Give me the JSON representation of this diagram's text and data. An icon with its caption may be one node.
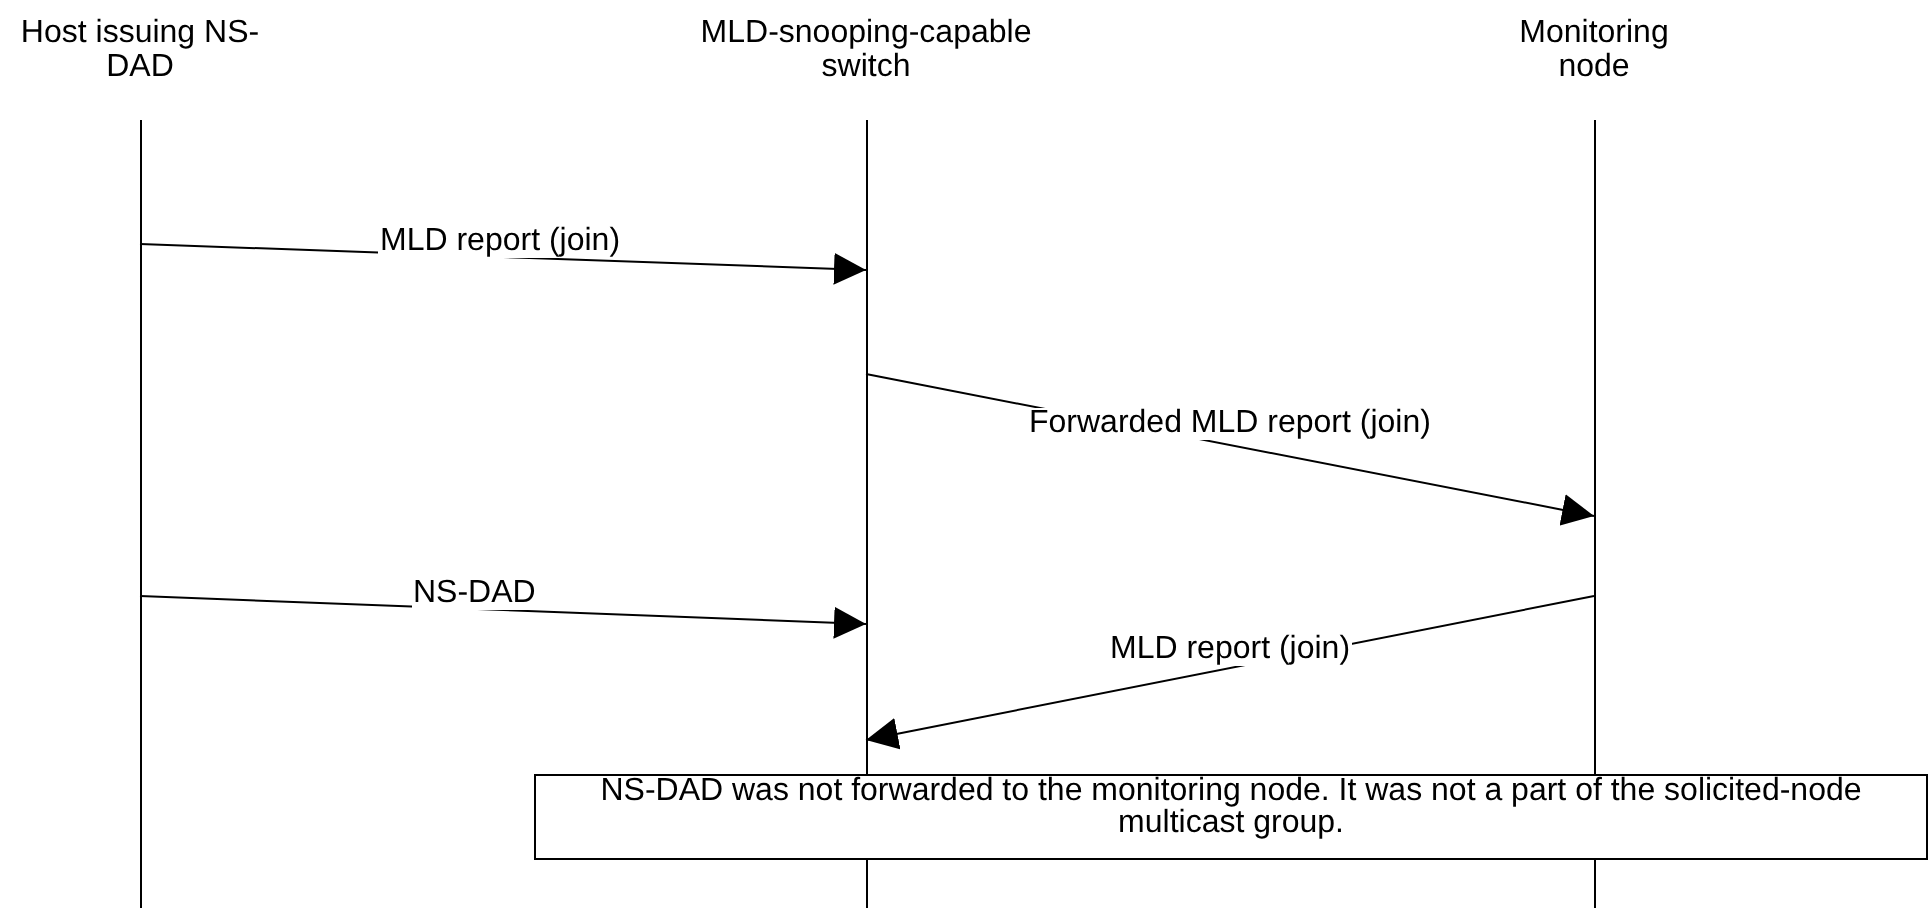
{
  "diagram": {
    "nodes": [
      {
        "text": [
          "Host issuing NS-DAD"
        ]
      },
      {
        "text": [
          "MLD-snooping-capable switch"
        ]
      },
      {
        "text": [
          "Monitoring node"
        ]
      },
      {
        "text": [
          "NS-DAD was not forwarded to the monitoring node. It was not a part of the solicited-node multicast group."
        ]
      }
    ],
    "edges": [
      {
        "from": 0,
        "to": 1,
        "arrow": "to",
        "label": "MLD report (join)"
      },
      {
        "from": 1,
        "to": 2,
        "arrow": "to",
        "label": "Forwarded MLD report (join)"
      },
      {
        "from": 0,
        "to": 1,
        "arrow": "to",
        "label": "NS-DAD"
      },
      {
        "from": 2,
        "to": 1,
        "arrow": "to",
        "label": "MLD report (join)"
      }
    ]
  }
}
